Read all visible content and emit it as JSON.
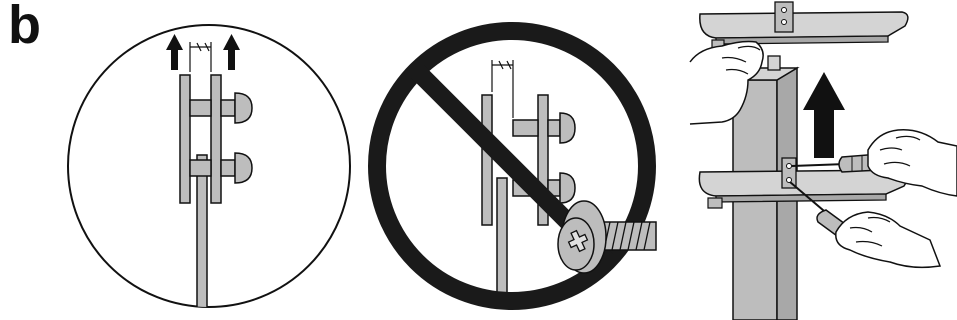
{
  "figure": {
    "panel_label": "b",
    "colors": {
      "ink": "#111111",
      "metal": "#bdbdbd",
      "metal_dark": "#a8a8a8",
      "prohibition": "#1a1a1a",
      "background": "#ffffff"
    },
    "parts": [
      "correct-assembly-detail",
      "incorrect-assembly-prohibited",
      "screwdriver-adjustment-illustration"
    ]
  }
}
